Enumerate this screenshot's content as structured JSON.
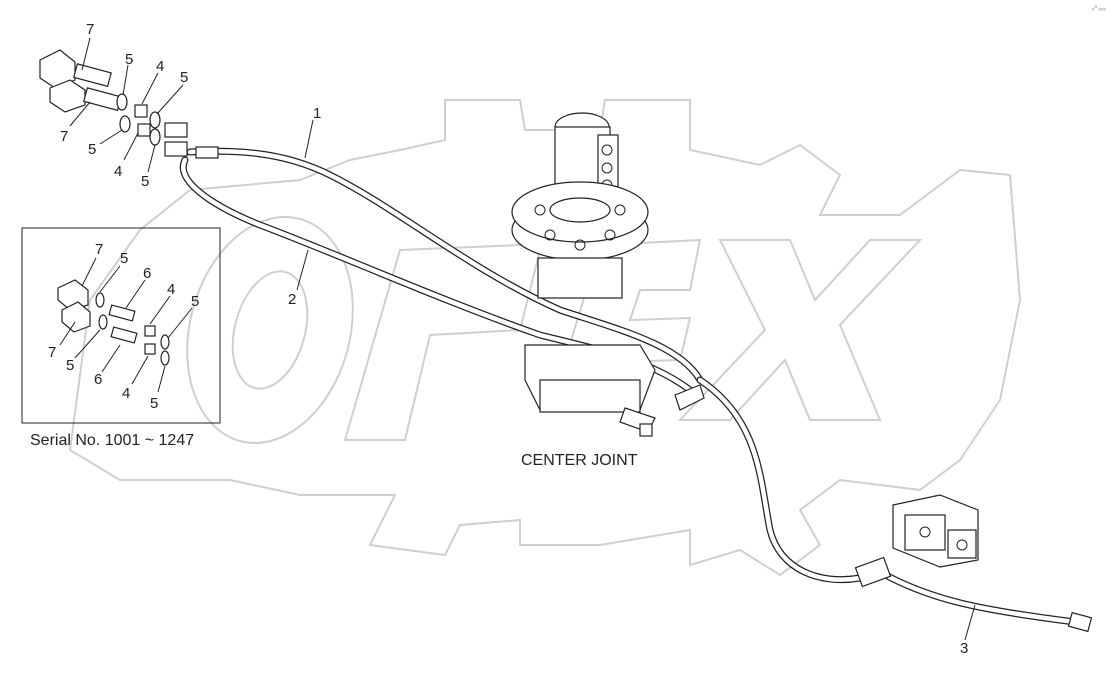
{
  "caption_center_joint": "CENTER JOINT",
  "caption_serial": "Serial No. 1001 ~ 1247",
  "corner_mark": "₂⁰ ₀₀₀",
  "watermark": "OPEX",
  "callouts": {
    "c1": "1",
    "c2": "2",
    "c3": "3",
    "t7a": "7",
    "t5a": "5",
    "t4a": "4",
    "t5b": "5",
    "t7b": "7",
    "t5c": "5",
    "t4b": "4",
    "t5d": "5",
    "i7a": "7",
    "i5a": "5",
    "i6a": "6",
    "i4a": "4",
    "i5b": "5",
    "i7b": "7",
    "i5c": "5",
    "i6b": "6",
    "i4b": "4",
    "i5d": "5"
  }
}
